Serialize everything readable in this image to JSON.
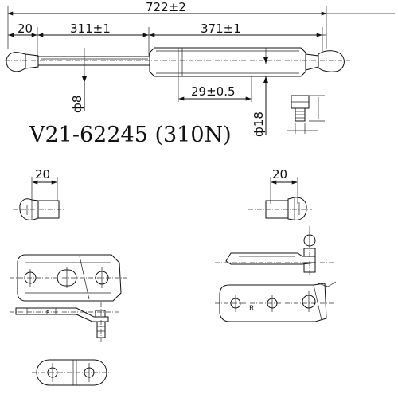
{
  "dimensions": {
    "overall_length": "722±2",
    "end_fitting_length": "20",
    "rod_section_length": "311±1",
    "body_section_length": "371±1",
    "stroke_offset": "29±0.5",
    "rod_diameter": "ф8",
    "body_diameter": "ф18",
    "fitting_detail_width": "20"
  },
  "part_label": "V21-62245 (310N)",
  "bracket_marks": {
    "left_bracket_letter": "R",
    "right_bracket_letter": "R"
  }
}
